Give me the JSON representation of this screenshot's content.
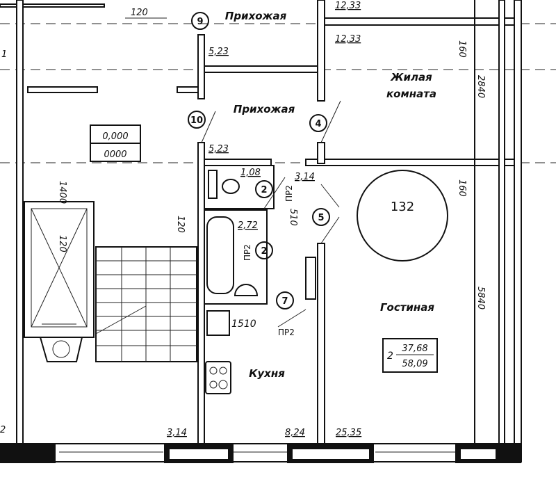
{
  "plan": {
    "apartment_number": "132",
    "rooms": {
      "hall_top": "Прихожая",
      "hall": "Прихожая",
      "bedroom_line1": "Жилая",
      "bedroom_line2": "комната",
      "living": "Гостиная",
      "kitchen": "Кухня"
    },
    "areas": {
      "top_a": "12,33",
      "top_b": "12,33",
      "hall_top": "5,23",
      "hall": "5,23",
      "wc": "1,08",
      "bath": "2,72",
      "corridor": "3,14",
      "left_bottom": "3,14",
      "kitchen": "8,24",
      "living": "25,35",
      "left_partial_top": "1",
      "left_partial_bottom": "2"
    },
    "summary": {
      "rooms": "2",
      "living_area": "37,68",
      "total_area": "58,09"
    },
    "elevation": {
      "top": "0,000",
      "bottom": "0000"
    },
    "dimensions": {
      "d120_top": "120",
      "d1400": "1400",
      "d120_left": "120",
      "d120_mid": "120",
      "d510": "510",
      "d1510": "1510",
      "d160_a": "160",
      "d160_b": "160",
      "d2840": "2840",
      "d5840": "5840"
    },
    "door_tags": {
      "pr2_a": "ПР2",
      "pr2_b": "ПР2",
      "pr2_c": "ПР2"
    },
    "markers": [
      "9",
      "10",
      "4",
      "2",
      "2",
      "5",
      "7"
    ]
  }
}
